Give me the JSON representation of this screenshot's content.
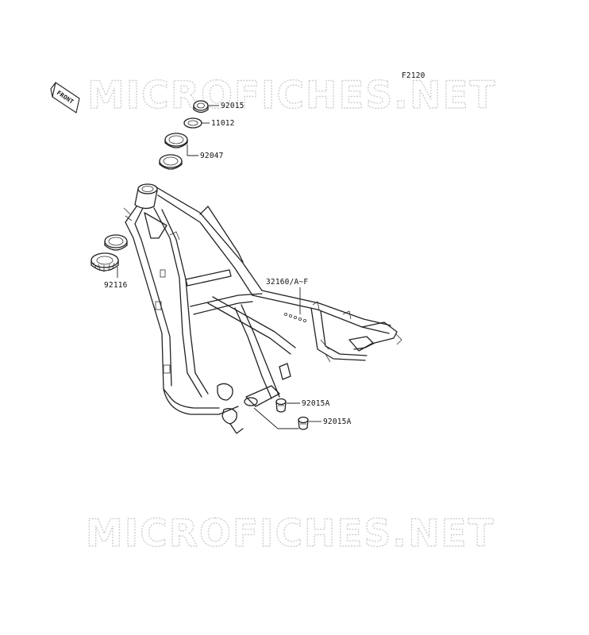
{
  "diagram": {
    "figure_code": "F2120",
    "front_arrow_text": "FRONT",
    "watermark_top": "MICROFICHES.NET",
    "watermark_bottom": "MICROFICHES.NET",
    "callouts": [
      {
        "id": "c1",
        "label": "92015"
      },
      {
        "id": "c2",
        "label": "11012"
      },
      {
        "id": "c3",
        "label": "92047"
      },
      {
        "id": "c4",
        "label": "92116"
      },
      {
        "id": "c5",
        "label": "32160/A~F"
      },
      {
        "id": "c6",
        "label": "92015A"
      },
      {
        "id": "c7",
        "label": "92015A"
      }
    ]
  },
  "colors": {
    "line": "#222222",
    "watermark": "#cfcfcf",
    "background": "#ffffff"
  }
}
